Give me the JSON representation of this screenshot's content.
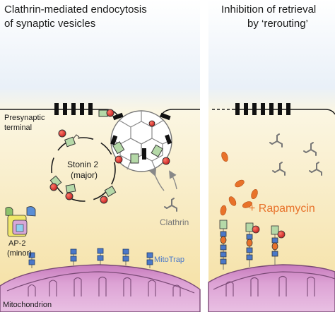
{
  "left_panel": {
    "title_line1": "Clathrin-mediated endocytosis",
    "title_line2": "of synaptic vesicles",
    "presynaptic_line1": "Presynaptic",
    "presynaptic_line2": "terminal",
    "stonin_line1": "Stonin 2",
    "stonin_line2": "(major)",
    "clathrin_label": "Clathrin",
    "ap2_line1": "AP-2",
    "ap2_line2": "(minor)",
    "mitotrap_label": "MitoTrap",
    "mitochondrion_label": "Mitochondrion"
  },
  "right_panel": {
    "title_line1": "Inhibition of retrieval",
    "title_line2": "by ‘rerouting’",
    "rapamycin_label": "+ Rapamycin"
  },
  "colors": {
    "stonin_green": "#b5d9a8",
    "red_sphere": "#e03a3a",
    "mitotrap_blue": "#4a78c9",
    "rapamycin_orange": "#e8722a",
    "mitochondrion_pink": "#d99ad0",
    "clathrin_gray": "#777777",
    "synaptic_yellow": "#f5e6a8"
  }
}
